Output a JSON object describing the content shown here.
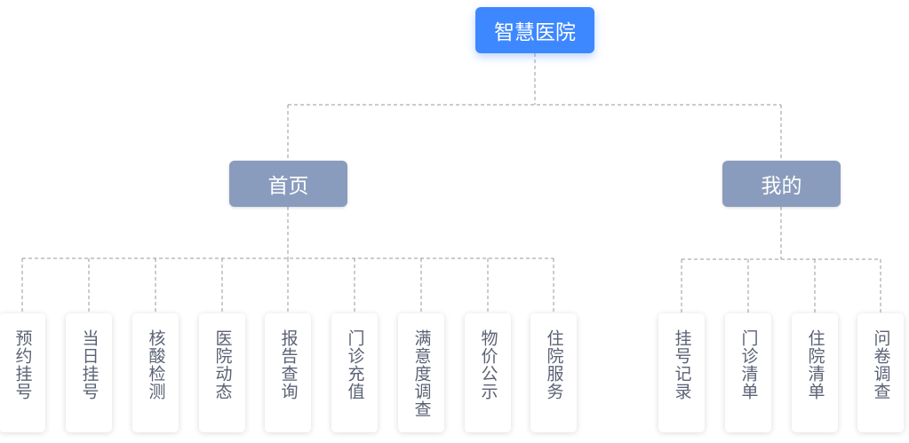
{
  "root": {
    "label": "智慧医院"
  },
  "branches": [
    {
      "label": "首页",
      "children": [
        "预约挂号",
        "当日挂号",
        "核酸检测",
        "医院动态",
        "报告查询",
        "门诊充值",
        "满意度调查",
        "物价公示",
        "住院服务"
      ]
    },
    {
      "label": "我的",
      "children": [
        "挂号记录",
        "门诊清单",
        "住院清单",
        "问卷调查"
      ]
    }
  ],
  "colors": {
    "root": "#3d87ff",
    "branch": "#8a9cbd",
    "connector": "#9a9a9a",
    "leaf_text": "#5b6275"
  }
}
